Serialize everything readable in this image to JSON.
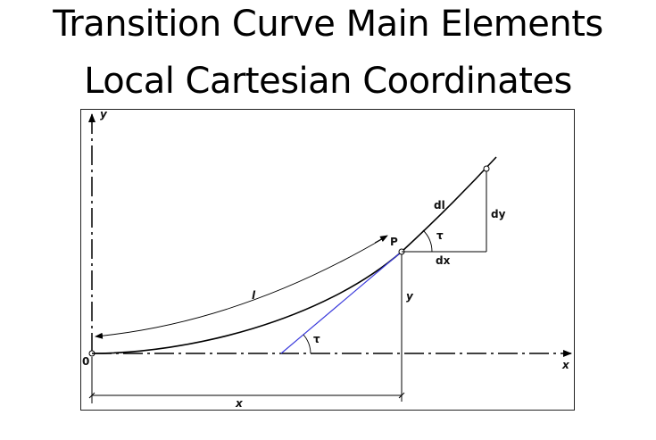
{
  "slide": {
    "title_line_1": "Transition Curve Main Elements",
    "title_line_2": "Local Cartesian Coordinates"
  },
  "diagram": {
    "labels": {
      "y_axis": "y",
      "x_axis": "x",
      "origin": "0",
      "point": "P",
      "arc_length": "l",
      "tangent_angle_at_point": "τ",
      "tangent_angle_on_axis": "τ",
      "ordinate": "y",
      "abscissa": "x",
      "diff_length": "dl",
      "diff_x": "dx",
      "diff_y": "dy"
    },
    "colors": {
      "tangent_line": "#3b3bdc",
      "curve": "#000000",
      "frame": "#222222"
    }
  }
}
